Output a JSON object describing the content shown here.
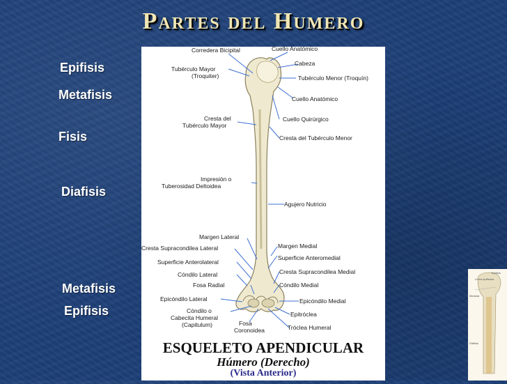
{
  "title": "Partes del Humero",
  "side_labels": {
    "epifisis_top": "Epifisis",
    "metafisis_top": "Metafisis",
    "fisis": "Fisis",
    "diafisis": "Diafisis",
    "metafisis_bottom": "Metafisis",
    "epifisis_bottom": "Epifisis"
  },
  "bone_labels": {
    "corredera_bicipital": "Corredera Bicipital",
    "cuello_anatomico_top": "Cuello Anatómico",
    "cabeza": "Cabeza",
    "tuberculo_mayor_1": "Tubérculo Mayor",
    "tuberculo_mayor_2": "(Troquiter)",
    "tuberculo_menor": "Tubérculo Menor (Troquín)",
    "cuello_anatomico": "Cuello Anatómico",
    "cresta_tub_mayor_1": "Cresta del",
    "cresta_tub_mayor_2": "Tubérculo Mayor",
    "cuello_quirurgico": "Cuello Quirúrgico",
    "cresta_tub_menor": "Cresta del Tubérculo Menor",
    "impresion_1": "Impresión o",
    "impresion_2": "Tuberosidad Deltoidea",
    "agujero_nutricio": "Agujero Nutricio",
    "margen_lateral": "Margen Lateral",
    "cresta_supracondilea_lateral": "Cresta Supracondilea Lateral",
    "margen_medial": "Margen Medial",
    "superficie_anteromedial": "Superficie Anteromedial",
    "superficie_anterolateral": "Superficie Anterolateral",
    "cresta_supracondilea_medial": "Cresta Supracondilea Medial",
    "condilo_lateral": "Cóndilo Lateral",
    "fosa_radial": "Fosa Radial",
    "condilo_medial": "Cóndilo Medial",
    "epicondilo_lateral": "Epicóndilo Lateral",
    "epicondilo_medial": "Epicóndilo Medial",
    "condilo_o_1": "Cóndilo o",
    "condilo_o_2": "Cabecita Humeral",
    "condilo_o_3": "(Capitulum)",
    "epitroclea": "Epitróclea",
    "fosa_1": "Fosa",
    "fosa_2": "Coronoidea",
    "troclea_humeral": "Tróclea Humeral"
  },
  "caption": {
    "line1": "ESQUELETO APENDICULAR",
    "line2": "Húmero (Derecho)",
    "line3": "(Vista Anterior)"
  },
  "thumbnail": {
    "label_epifisis": "Epífisis",
    "label_linea": "Línea epifisaria",
    "label_medular": "Medular",
    "label_diafisis": "Diáfisis"
  },
  "colors": {
    "background": "#1d3f78",
    "title": "#f0e6b4",
    "bone": "#efe9cf",
    "bone_shadow": "#c9bf9a",
    "caption_line3": "#2a2a8a"
  }
}
